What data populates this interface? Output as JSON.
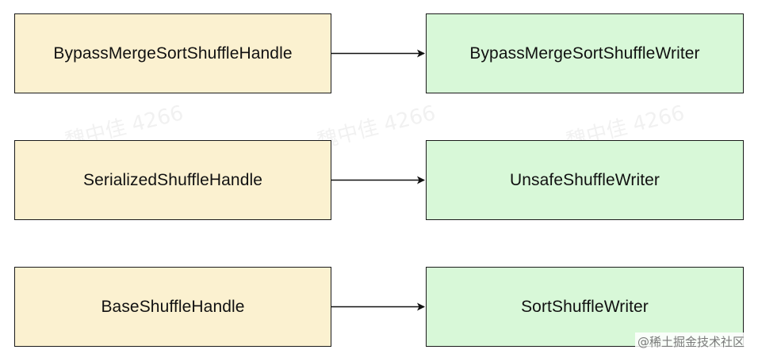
{
  "rows": [
    {
      "handle": "BypassMergeSortShuffleHandle",
      "writer": "BypassMergeSortShuffleWriter"
    },
    {
      "handle": "SerializedShuffleHandle",
      "writer": "UnsafeShuffleWriter"
    },
    {
      "handle": "BaseShuffleHandle",
      "writer": "SortShuffleWriter"
    }
  ],
  "watermark": "魏中佳 4266",
  "credit": "@稀土掘金技术社区",
  "colors": {
    "handle_fill": "#fbf1d0",
    "writer_fill": "#d8f8d8",
    "stroke": "#1a1a1a"
  }
}
